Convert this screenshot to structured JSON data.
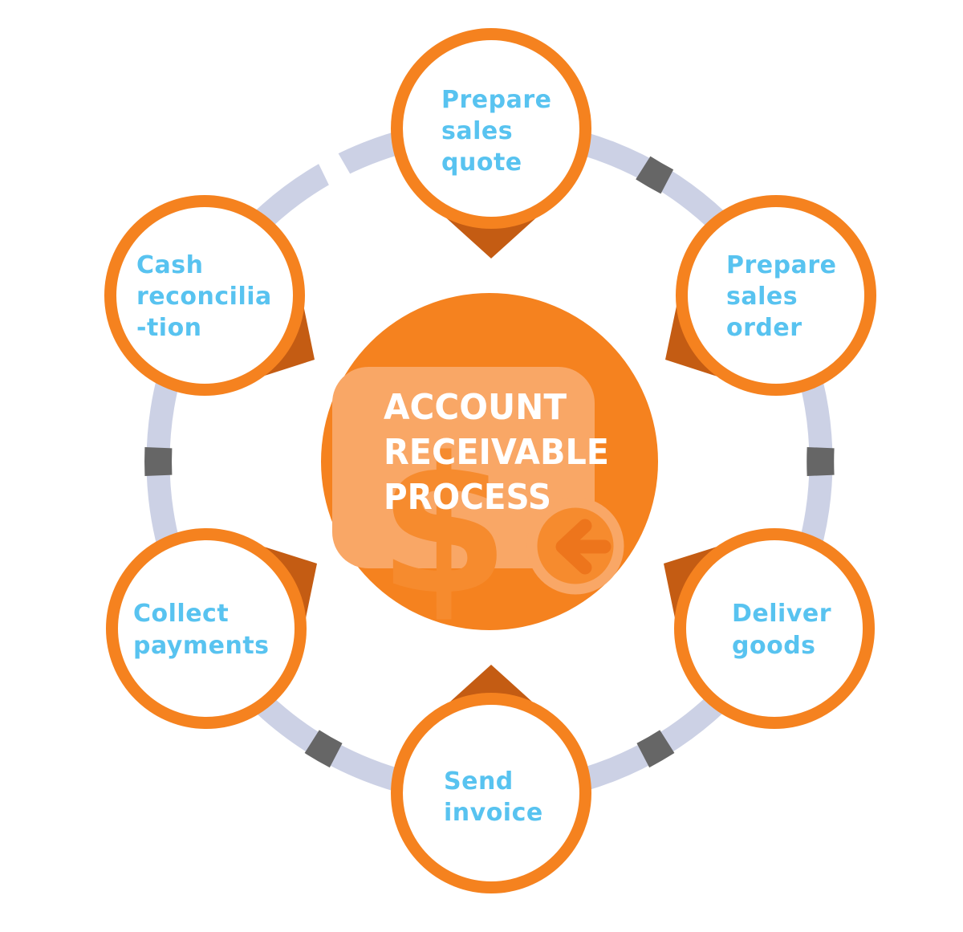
{
  "diagram": {
    "title_lines": [
      "ACCOUNT",
      "RECEIVABLE",
      "PROCESS"
    ],
    "center_icon": {
      "name": "money-tag-with-dollar-icon",
      "dollar_glyph": "$",
      "badge_icon": "arrow-left-icon"
    },
    "steps": [
      {
        "id": "prepare-sales-quote",
        "position": "top",
        "label_lines": [
          "Prepare",
          "sales",
          "quote"
        ]
      },
      {
        "id": "prepare-sales-order",
        "position": "top-right",
        "label_lines": [
          "Prepare",
          "sales",
          "order"
        ]
      },
      {
        "id": "deliver-goods",
        "position": "bottom-right",
        "label_lines": [
          "Deliver",
          "goods"
        ]
      },
      {
        "id": "send-invoice",
        "position": "bottom",
        "label_lines": [
          "Send",
          "invoice"
        ]
      },
      {
        "id": "collect-payments",
        "position": "bottom-left",
        "label_lines": [
          "Collect",
          "payments"
        ]
      },
      {
        "id": "cash-reconciliation",
        "position": "top-left",
        "label_lines": [
          "Cash",
          "reconcilia",
          "-tion"
        ]
      }
    ],
    "colors": {
      "main_orange": "#F5821F",
      "light_orange": "#F9A766",
      "mid_orange": "#F68B2E",
      "burnt_orange_pointer": "#C45C13",
      "ring_lavender": "#CCD1E5",
      "ring_dash_gray": "#666666",
      "label_blue": "#58C3F0",
      "title_white": "#FFFFFF",
      "background": "#FFFFFF"
    }
  }
}
